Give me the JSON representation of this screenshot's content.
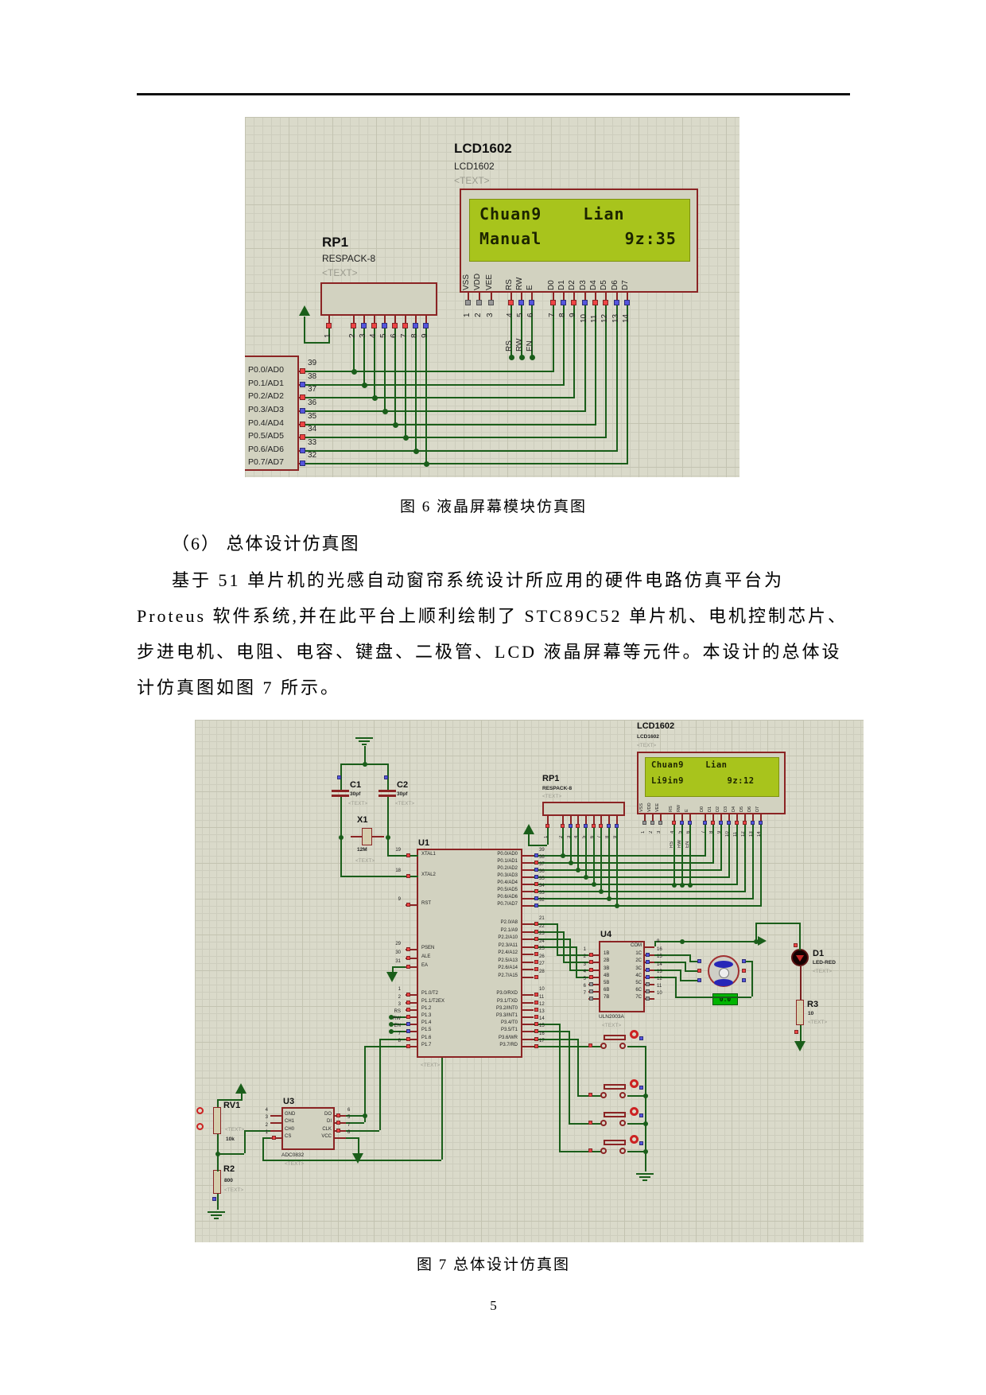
{
  "page": {
    "number": "5"
  },
  "text": {
    "caption_fig6": "图 6 液晶屏幕模块仿真图",
    "heading": "（6） 总体设计仿真图",
    "para": [
      "基于 51 单片机的光感自动窗帘系统设计所应用的硬件电路仿真平台为",
      "Proteus 软件系统,并在此平台上顺利绘制了 STC89C52 单片机、电机控制芯片、",
      "步进电机、电阻、电容、键盘、二极管、LCD 液晶屏幕等元件。本设计的总体设",
      "计仿真图如图 7 所示。"
    ],
    "caption_fig7": "图 7 总体设计仿真图"
  },
  "fig6": {
    "lcd": {
      "ref": "LCD1602",
      "part": "LCD1602",
      "placeholder": "<TEXT>",
      "screen_line1": "Chuan9    Lian",
      "screen_line2": "Manual        9z:35",
      "pins": [
        {
          "l": "VSS",
          "n": "1",
          "c": "gray"
        },
        {
          "l": "VDD",
          "n": "2",
          "c": "gray"
        },
        {
          "l": "VEE",
          "n": "3",
          "c": "gray"
        },
        {
          "l": "RS",
          "n": "4",
          "c": "red"
        },
        {
          "l": "RW",
          "n": "5",
          "c": "blue"
        },
        {
          "l": "E",
          "n": "6",
          "c": "blue"
        },
        {
          "l": "D0",
          "n": "7",
          "c": "red"
        },
        {
          "l": "D1",
          "n": "8",
          "c": "blue"
        },
        {
          "l": "D2",
          "n": "9",
          "c": "red"
        },
        {
          "l": "D3",
          "n": "10",
          "c": "blue"
        },
        {
          "l": "D4",
          "n": "11",
          "c": "red"
        },
        {
          "l": "D5",
          "n": "12",
          "c": "red"
        },
        {
          "l": "D6",
          "n": "13",
          "c": "blue"
        },
        {
          "l": "D7",
          "n": "14",
          "c": "blue"
        }
      ]
    },
    "rp1": {
      "ref": "RP1",
      "part": "RESPACK-8",
      "placeholder": "<TEXT>",
      "pins": [
        {
          "n": "1",
          "c": "red"
        },
        {
          "n": "2",
          "c": "red"
        },
        {
          "n": "3",
          "c": "blue"
        },
        {
          "n": "4",
          "c": "red"
        },
        {
          "n": "5",
          "c": "blue"
        },
        {
          "n": "6",
          "c": "red"
        },
        {
          "n": "7",
          "c": "red"
        },
        {
          "n": "8",
          "c": "blue"
        },
        {
          "n": "9",
          "c": "blue"
        }
      ]
    },
    "port": {
      "pins": [
        {
          "l": "P0.0/AD0",
          "n": "39",
          "c": "red"
        },
        {
          "l": "P0.1/AD1",
          "n": "38",
          "c": "blue"
        },
        {
          "l": "P0.2/AD2",
          "n": "37",
          "c": "red"
        },
        {
          "l": "P0.3/AD3",
          "n": "36",
          "c": "blue"
        },
        {
          "l": "P0.4/AD4",
          "n": "35",
          "c": "red"
        },
        {
          "l": "P0.5/AD5",
          "n": "34",
          "c": "red"
        },
        {
          "l": "P0.6/AD6",
          "n": "33",
          "c": "blue"
        },
        {
          "l": "P0.7/AD7",
          "n": "32",
          "c": "blue"
        }
      ]
    },
    "bus_labels": [
      "RS",
      "RW",
      "EN"
    ]
  },
  "fig7": {
    "lcd": {
      "ref": "LCD1602",
      "part": "LCD1602",
      "placeholder": "<TEXT>",
      "screen_line1": "Chuan9    Lian",
      "screen_line2": "Li9in9        9z:12",
      "pins": [
        {
          "l": "VSS",
          "n": "1",
          "c": "gray"
        },
        {
          "l": "VDD",
          "n": "2",
          "c": "gray"
        },
        {
          "l": "VEE",
          "n": "3",
          "c": "gray"
        },
        {
          "l": "RS",
          "n": "4",
          "c": "red"
        },
        {
          "l": "RW",
          "n": "5",
          "c": "blue"
        },
        {
          "l": "E",
          "n": "6",
          "c": "blue"
        },
        {
          "l": "D0",
          "n": "7",
          "c": "blue"
        },
        {
          "l": "D1",
          "n": "8",
          "c": "red"
        },
        {
          "l": "D2",
          "n": "9",
          "c": "blue"
        },
        {
          "l": "D3",
          "n": "10",
          "c": "blue"
        },
        {
          "l": "D4",
          "n": "11",
          "c": "red"
        },
        {
          "l": "D5",
          "n": "12",
          "c": "red"
        },
        {
          "l": "D6",
          "n": "13",
          "c": "blue"
        },
        {
          "l": "D7",
          "n": "14",
          "c": "blue"
        }
      ]
    },
    "rp1": {
      "ref": "RP1",
      "part": "RESPACK-8",
      "placeholder": "<TEXT>",
      "pins": [
        {
          "n": "1",
          "c": "red"
        },
        {
          "n": "2",
          "c": "red"
        },
        {
          "n": "3",
          "c": "blue"
        },
        {
          "n": "4",
          "c": "red"
        },
        {
          "n": "5",
          "c": "blue"
        },
        {
          "n": "6",
          "c": "red"
        },
        {
          "n": "7",
          "c": "red"
        },
        {
          "n": "8",
          "c": "blue"
        },
        {
          "n": "9",
          "c": "blue"
        }
      ]
    },
    "u1": {
      "ref": "U1",
      "placeholder": "<TEXT>",
      "left": [
        {
          "l": "XTAL1",
          "n": "19",
          "c": "red"
        },
        {
          "l": "XTAL2",
          "n": "18",
          "c": "red"
        },
        {
          "l": "RST",
          "n": "9",
          "c": "red"
        },
        {
          "l": "PSEN",
          "n": "29",
          "c": "red"
        },
        {
          "l": "ALE",
          "n": "30",
          "c": "red"
        },
        {
          "l": "EA",
          "n": "31",
          "c": "red"
        },
        {
          "l": "P1.0/T2",
          "n": "1",
          "c": "red"
        },
        {
          "l": "P1.1/T2EX",
          "n": "2",
          "c": "red"
        },
        {
          "l": "P1.2",
          "n": "3",
          "c": "red"
        },
        {
          "l": "P1.3",
          "n": "RS",
          "c": "red"
        },
        {
          "l": "P1.4",
          "n": "RW",
          "c": "blue"
        },
        {
          "l": "P1.5",
          "n": "EN",
          "c": "blue"
        },
        {
          "l": "P1.6",
          "n": "7",
          "c": "red"
        },
        {
          "l": "P1.7",
          "n": "8",
          "c": "red"
        }
      ],
      "right": [
        {
          "l": "P0.0/AD0",
          "n": "39",
          "c": "blue"
        },
        {
          "l": "P0.1/AD1",
          "n": "38",
          "c": "red"
        },
        {
          "l": "P0.2/AD2",
          "n": "37",
          "c": "blue"
        },
        {
          "l": "P0.3/AD3",
          "n": "36",
          "c": "blue"
        },
        {
          "l": "P0.4/AD4",
          "n": "35",
          "c": "red"
        },
        {
          "l": "P0.5/AD5",
          "n": "34",
          "c": "red"
        },
        {
          "l": "P0.6/AD6",
          "n": "33",
          "c": "blue"
        },
        {
          "l": "P0.7/AD7",
          "n": "32",
          "c": "blue"
        },
        {
          "l": "P2.0/A8",
          "n": "21",
          "c": "red"
        },
        {
          "l": "P2.1/A9",
          "n": "22",
          "c": "red"
        },
        {
          "l": "P2.2/A10",
          "n": "23",
          "c": "red"
        },
        {
          "l": "P2.3/A11",
          "n": "24",
          "c": "red"
        },
        {
          "l": "P2.4/A12",
          "n": "25",
          "c": "red"
        },
        {
          "l": "P2.5/A13",
          "n": "26",
          "c": "red"
        },
        {
          "l": "P2.6/A14",
          "n": "27",
          "c": "red"
        },
        {
          "l": "P2.7/A15",
          "n": "28",
          "c": "red"
        },
        {
          "l": "P3.0/RXD",
          "n": "10",
          "c": "red"
        },
        {
          "l": "P3.1/TXD",
          "n": "11",
          "c": "red"
        },
        {
          "l": "P3.2/INT0",
          "n": "12",
          "c": "red"
        },
        {
          "l": "P3.3/INT1",
          "n": "13",
          "c": "red"
        },
        {
          "l": "P3.4/T0",
          "n": "14",
          "c": "red"
        },
        {
          "l": "P3.5/T1",
          "n": "15",
          "c": "red"
        },
        {
          "l": "P3.6/WR",
          "n": "16",
          "c": "red"
        },
        {
          "l": "P3.7/RD",
          "n": "17",
          "c": "red"
        }
      ]
    },
    "u4": {
      "ref": "U4",
      "part": "ULN2003A",
      "placeholder": "<TEXT>",
      "left": [
        {
          "l": "1B",
          "n": "1",
          "c": "red"
        },
        {
          "l": "2B",
          "n": "2",
          "c": "red"
        },
        {
          "l": "3B",
          "n": "3",
          "c": "red"
        },
        {
          "l": "4B",
          "n": "4",
          "c": "red"
        },
        {
          "l": "5B",
          "n": "5",
          "c": "gray"
        },
        {
          "l": "6B",
          "n": "6",
          "c": "gray"
        },
        {
          "l": "7B",
          "n": "7",
          "c": "gray"
        }
      ],
      "right": [
        {
          "l": "COM",
          "n": "9",
          "c": ""
        },
        {
          "l": "1C",
          "n": "16",
          "c": "blue"
        },
        {
          "l": "2C",
          "n": "15",
          "c": "blue"
        },
        {
          "l": "3C",
          "n": "14",
          "c": "blue"
        },
        {
          "l": "4C",
          "n": "13",
          "c": "blue"
        },
        {
          "l": "5C",
          "n": "12",
          "c": "gray"
        },
        {
          "l": "6C",
          "n": "11",
          "c": "gray"
        },
        {
          "l": "7C",
          "n": "10",
          "c": "gray"
        }
      ]
    },
    "u3": {
      "ref": "U3",
      "part": "ADC0832",
      "placeholder": "<TEXT>",
      "left": [
        {
          "l": "GND",
          "n": "4",
          "c": ""
        },
        {
          "l": "CH1",
          "n": "3",
          "c": ""
        },
        {
          "l": "CH0",
          "n": "2",
          "c": ""
        },
        {
          "l": "CS",
          "n": "1",
          "c": "red"
        }
      ],
      "right": [
        {
          "l": "DO",
          "n": "6",
          "c": "red"
        },
        {
          "l": "DI",
          "n": "5",
          "c": "red"
        },
        {
          "l": "CLK",
          "n": "7",
          "c": "red"
        },
        {
          "l": "VCC",
          "n": "8",
          "c": ""
        }
      ]
    },
    "c1": {
      "ref": "C1",
      "value": "30pf",
      "placeholder": "<TEXT>"
    },
    "c2": {
      "ref": "C2",
      "value": "30pf",
      "placeholder": "<TEXT>"
    },
    "x1": {
      "ref": "X1",
      "value": "12M",
      "placeholder": "<TEXT>"
    },
    "rv1": {
      "ref": "RV1",
      "value": "10k",
      "placeholder": "<TEXT>"
    },
    "r2": {
      "ref": "R2",
      "value": "800",
      "placeholder": "<TEXT>"
    },
    "r3": {
      "ref": "R3",
      "value": "10",
      "placeholder": "<TEXT>"
    },
    "d1": {
      "ref": "D1",
      "part": "LED-RED",
      "placeholder": "<TEXT>"
    },
    "motor": {
      "display": "0.0"
    },
    "bus_labels": [
      "RS",
      "RW",
      "EN"
    ]
  },
  "colors": {
    "wire": "#1a5e1a",
    "component_border": "#8b2424",
    "lcd_screen": "#a8c41c",
    "pin_red": "#ee4444",
    "pin_blue": "#5555dd",
    "pin_gray": "#999999"
  }
}
